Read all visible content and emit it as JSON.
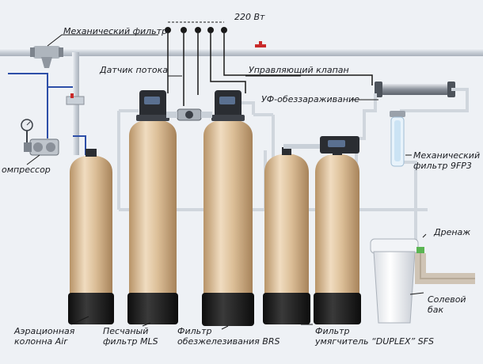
{
  "labels": {
    "power": "220 Вт",
    "mech_filter_top": "Механический фильтр",
    "flow_sensor": "Датчик потока",
    "control_valve": "Управляющий клапан",
    "uv": "УФ-обеззараживание",
    "compressor": "омпрессор",
    "mech_filter_right_1": "Механический",
    "mech_filter_right_2": "фильтр 9FP3",
    "drain": "Дренаж",
    "salt_tank_1": "Солевой",
    "salt_tank_2": "бак",
    "aeration_1": "Аэрационная",
    "aeration_2": "колонна Air",
    "sand_1": "Песчаный",
    "sand_2": "фильтр MLS",
    "iron_1": "Фильтр",
    "iron_2": "обезжелезивания BRS",
    "softener_1": "Фильтр",
    "softener_2": "умягчитель “DUPLEX” SFS"
  },
  "colors": {
    "tank_body": "#d8b994",
    "tank_base": "#1a1a1a",
    "pipe": "#cfd6de",
    "signal_wire": "#1a1a1a",
    "air_line": "#2d4fa8",
    "valve_head": "#2a2d32"
  },
  "icons": {
    "tank": "pressure-vessel",
    "valve": "control-valve-head",
    "uv": "uv-lamp",
    "mech_filter": "cartridge-filter",
    "salt_tank": "brine-tank",
    "compressor": "air-compressor"
  }
}
